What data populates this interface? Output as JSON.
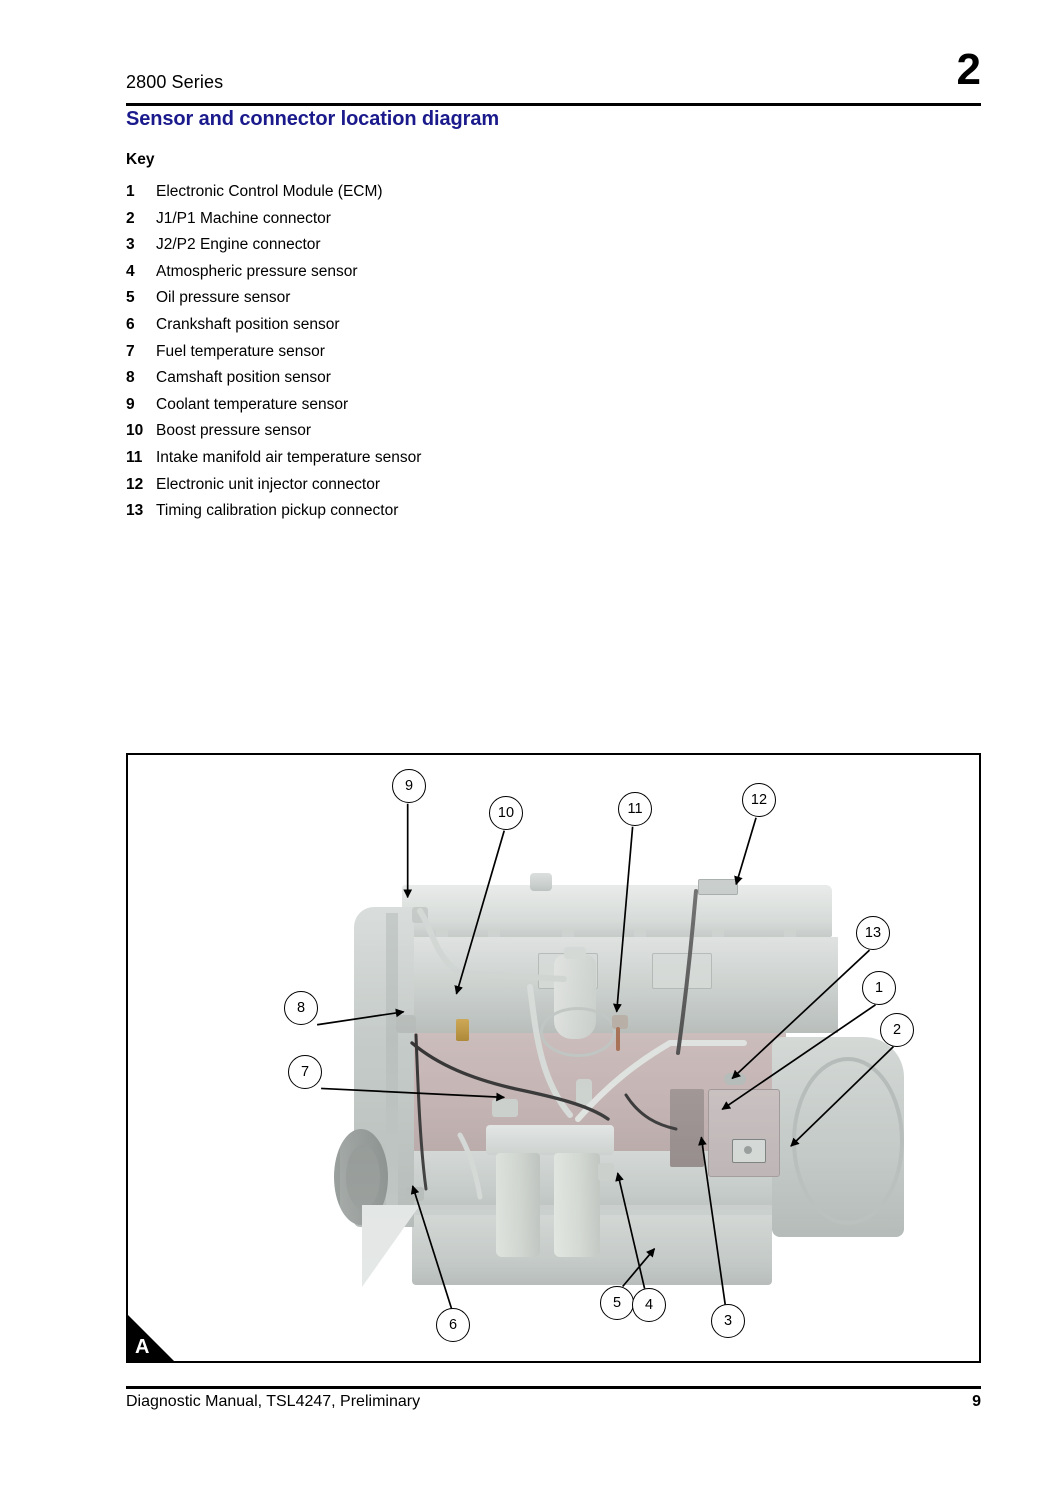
{
  "header": {
    "series": "2800 Series",
    "chapter_number": "2"
  },
  "title": "Sensor and connector location diagram",
  "key": {
    "heading": "Key",
    "items": [
      {
        "num": "1",
        "label": "Electronic Control Module (ECM)"
      },
      {
        "num": "2",
        "label": "J1/P1 Machine connector"
      },
      {
        "num": "3",
        "label": "J2/P2 Engine connector"
      },
      {
        "num": "4",
        "label": "Atmospheric pressure sensor"
      },
      {
        "num": "5",
        "label": "Oil pressure sensor"
      },
      {
        "num": "6",
        "label": "Crankshaft position sensor"
      },
      {
        "num": "7",
        "label": "Fuel temperature sensor"
      },
      {
        "num": "8",
        "label": "Camshaft position sensor"
      },
      {
        "num": "9",
        "label": "Coolant temperature sensor"
      },
      {
        "num": "10",
        "label": "Boost pressure sensor"
      },
      {
        "num": "11",
        "label": "Intake manifold air temperature sensor"
      },
      {
        "num": "12",
        "label": "Electronic unit injector connector"
      },
      {
        "num": "13",
        "label": "Timing calibration pickup connector"
      }
    ]
  },
  "figure": {
    "corner_label": "A",
    "subject": "diesel-engine-side-view-photograph",
    "callouts": [
      {
        "id": "9",
        "label": "9"
      },
      {
        "id": "10",
        "label": "10"
      },
      {
        "id": "11",
        "label": "11"
      },
      {
        "id": "12",
        "label": "12"
      },
      {
        "id": "13",
        "label": "13"
      },
      {
        "id": "1",
        "label": "1"
      },
      {
        "id": "2",
        "label": "2"
      },
      {
        "id": "8",
        "label": "8"
      },
      {
        "id": "7",
        "label": "7"
      },
      {
        "id": "6",
        "label": "6"
      },
      {
        "id": "5",
        "label": "5"
      },
      {
        "id": "4",
        "label": "4"
      },
      {
        "id": "3",
        "label": "3"
      }
    ]
  },
  "footer": {
    "text": "Diagnostic Manual, TSL4247, Preliminary",
    "page_number": "9"
  },
  "colors": {
    "title_blue": "#1a1a8c",
    "rule_black": "#000000",
    "page_background": "#ffffff"
  }
}
